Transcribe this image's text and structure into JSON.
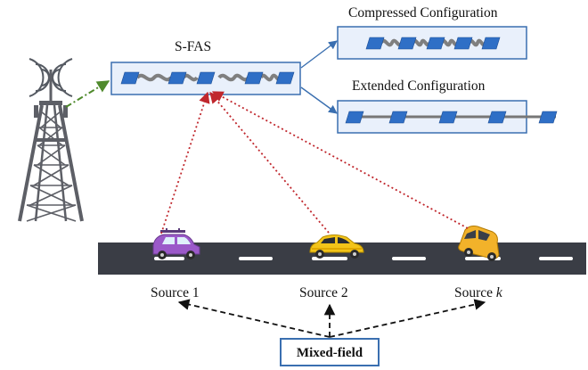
{
  "labels": {
    "sfas": "S-FAS",
    "compressed": "Compressed Configuration",
    "extended": "Extended Configuration",
    "mixed_field": "Mixed-field"
  },
  "sources": [
    {
      "name": "Source 1",
      "prefix": "Source ",
      "index": "1",
      "index_italic": false
    },
    {
      "name": "Source 2",
      "prefix": "Source ",
      "index": "2",
      "index_italic": false
    },
    {
      "name": "Source k",
      "prefix": "Source ",
      "index": "k",
      "index_italic": true
    }
  ],
  "colors": {
    "patch": "#2f6fc6",
    "panel_stroke": "#3a6fb0",
    "panel_fill": "#e9f0fb",
    "spring": "#7f7f7f",
    "rod": "#777777",
    "signal_path": "#c0272d",
    "link": "#4f8a2c",
    "road": "#3a3d45",
    "tower": "#5d5f66",
    "car_purple": "#9b59c9",
    "car_yellow": "#f3c419",
    "car_orange": "#f2b22a"
  },
  "icons": {
    "tower": "cell-tower-icon",
    "car1": "purple-car-icon",
    "car2": "yellow-car-icon",
    "car3": "orange-car-icon"
  }
}
